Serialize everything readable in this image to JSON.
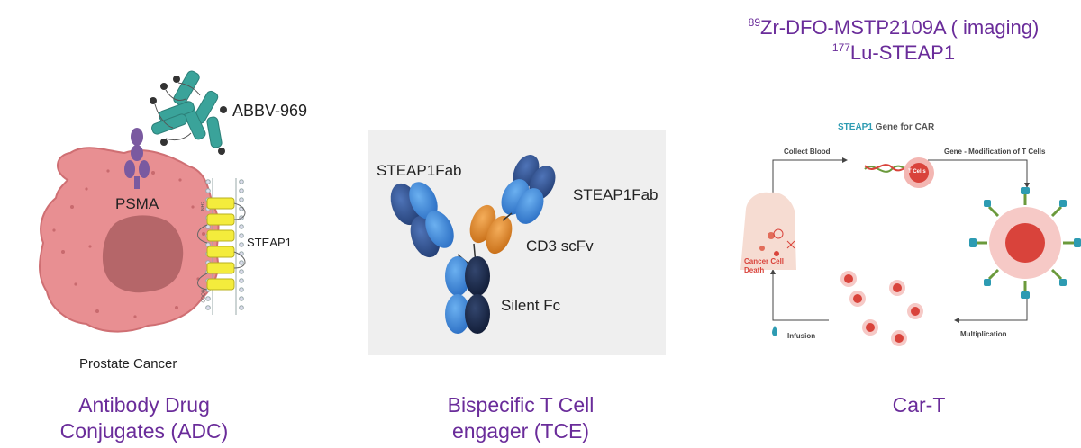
{
  "adc": {
    "drug_label": "ABBV-969",
    "psma_label": "PSMA",
    "steap1_label": "STEAP1",
    "cell_label": "Prostate Cancer",
    "caption_line1": "Antibody Drug",
    "caption_line2": "Conjugates (ADC)",
    "membrane_tag_top": "NH2",
    "membrane_tag_bottom": "COOH"
  },
  "tce": {
    "fab_left": "STEAP1Fab",
    "fab_right": "STEAP1Fab",
    "cd3": "CD3 scFv",
    "fc": "Silent Fc",
    "caption_line1": "Bispecific T Cell",
    "caption_line2": "engager (TCE)"
  },
  "radio": {
    "line1_mass": "89",
    "line1_rest": "Zr-DFO-MSTP2109A ( imaging)",
    "line2_mass": "177",
    "line2_rest": "Lu-STEAP1"
  },
  "cart": {
    "title_prefix": "STEAP1",
    "title_suffix": " Gene for CAR",
    "collect_blood": "Collect Blood",
    "gene_mod": "Gene - Modification of T Cells",
    "t_cells": "T Cells",
    "multiplication": "Multiplication",
    "infusion": "Infusion",
    "cancer_death_1": "Cancer Cell",
    "cancer_death_2": "Death",
    "caption": "Car-T"
  },
  "colors": {
    "caption_purple": "#6a2c9a",
    "cell_pink": "#e88f92",
    "nucleus": "#b56669",
    "antibody_teal": "#3aa39a",
    "psma_purple": "#7a5aa0",
    "steap1_yellow": "#f4ec3c",
    "fab_dark": "#2d4d87",
    "fab_blue": "#3d86d8",
    "cd3_orange": "#e08a2c",
    "fc_navy": "#1a2a4d",
    "car_red": "#d9433b",
    "car_teal": "#2d9bb2"
  }
}
